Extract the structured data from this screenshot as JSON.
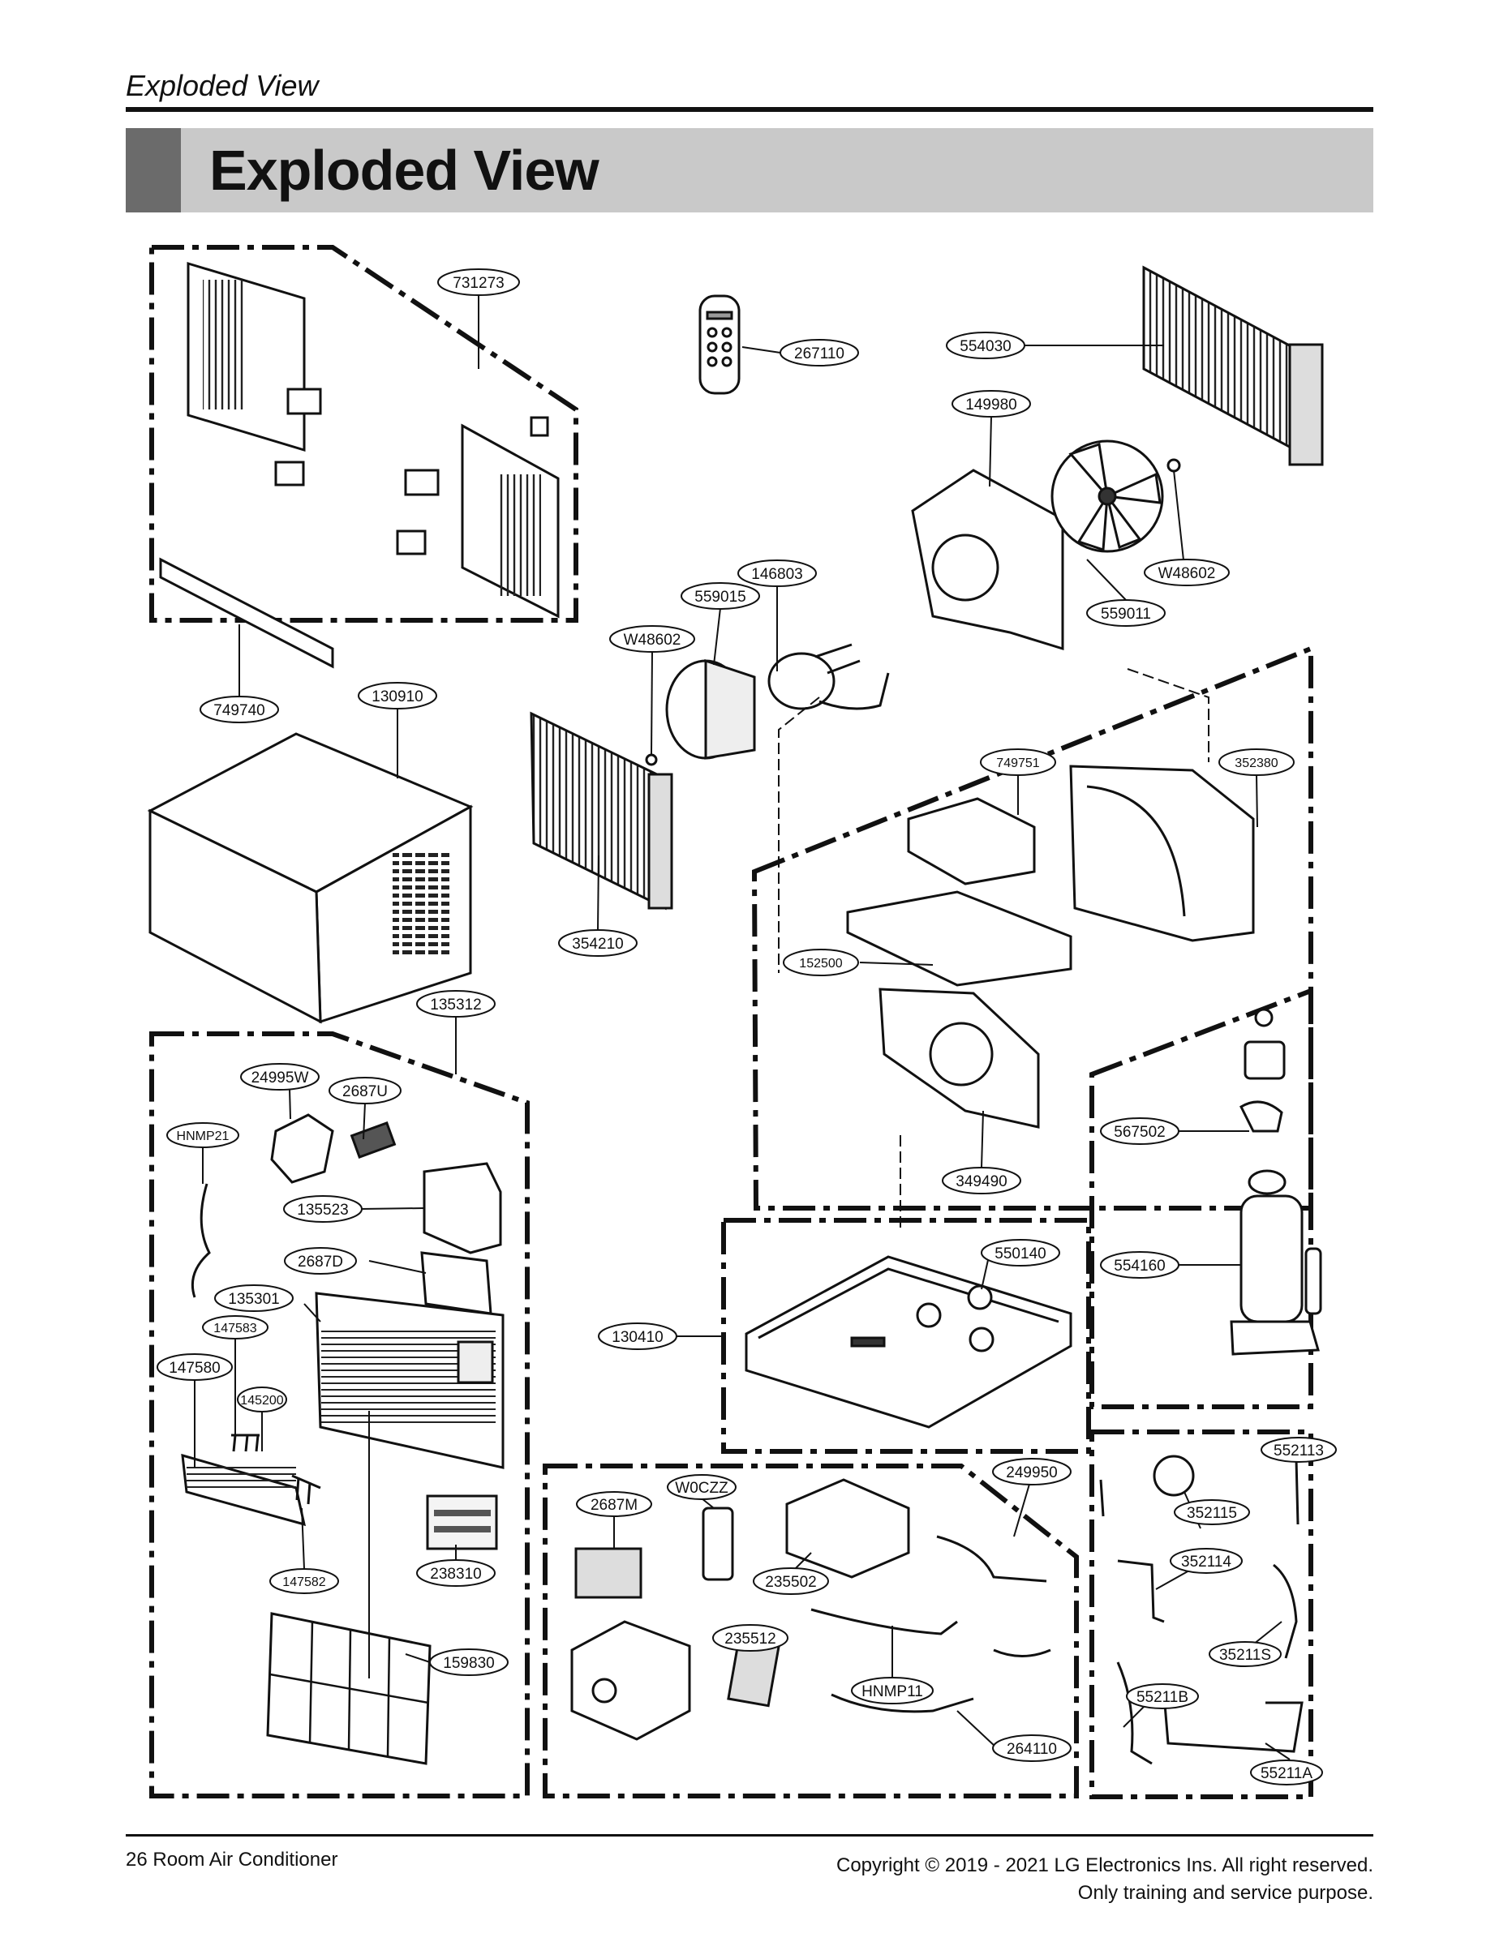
{
  "header": {
    "section_label": "Exploded View",
    "title": "Exploded View"
  },
  "footer": {
    "page_info": "26  Room Air Conditioner",
    "copyright": "Copyright © 2019 - 2021 LG Electronics Ins. All right reserved.",
    "purpose": "Only training and service purpose."
  },
  "parts": {
    "p731273": "731273",
    "p267110": "267110",
    "p554030": "554030",
    "p149980": "149980",
    "pW48602a": "W48602",
    "p559011": "559011",
    "p146803": "146803",
    "p559015": "559015",
    "pW48602b": "W48602",
    "p749740": "749740",
    "p130910": "130910",
    "p354210": "354210",
    "p749751": "749751",
    "p352380": "352380",
    "p152500": "152500",
    "p349490": "349490",
    "p135312": "135312",
    "p24995W": "24995W",
    "p2687U": "2687U",
    "pHNMP21": "HNMP21",
    "p135523": "135523",
    "p2687D": "2687D",
    "p135301": "135301",
    "p147583": "147583",
    "p147580": "147580",
    "p145200": "145200",
    "p147582": "147582",
    "p238310": "238310",
    "p159830": "159830",
    "p130410": "130410",
    "p550140": "550140",
    "p567502": "567502",
    "p554160": "554160",
    "p2687M": "2687M",
    "pW0CZZ": "W0CZZ",
    "p235502": "235502",
    "p249950": "249950",
    "p235512": "235512",
    "pHNMP11": "HNMP11",
    "p264110": "264110",
    "p552113": "552113",
    "p352115": "352115",
    "p352114": "352114",
    "p35211S": "35211S",
    "p55211B": "55211B",
    "p55211A": "55211A"
  }
}
